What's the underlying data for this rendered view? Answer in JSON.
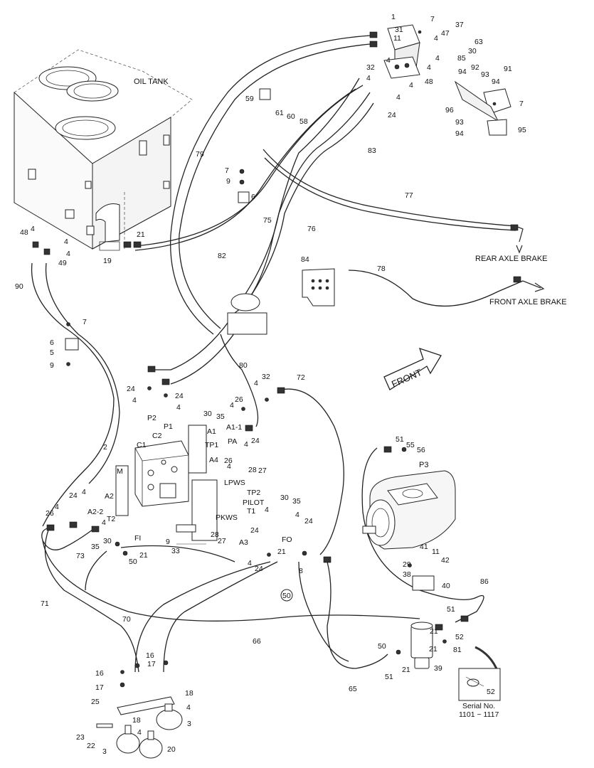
{
  "labels": {
    "oil_tank": "OIL TANK",
    "rear_axle_brake": "REAR AXLE BRAKE",
    "front_axle_brake": "FRONT AXLE BRAKE",
    "front": "FRONT",
    "serial_no": "Serial No.",
    "serial_range": "1101 ~ 1117"
  },
  "parts": {
    "p1": "1",
    "p2": "2",
    "p3": "3",
    "p3b": "3",
    "p4": "4",
    "p5": "5",
    "p6": "6",
    "p6b": "6",
    "p7": "7",
    "p7b": "7",
    "p7c": "7",
    "p7d": "7",
    "p8": "8",
    "p9": "9",
    "p9b": "9",
    "p9c": "9",
    "p11": "11",
    "p11b": "11",
    "p16": "16",
    "p16b": "16",
    "p17": "17",
    "p17b": "17",
    "p18": "18",
    "p18b": "18",
    "p19": "19",
    "p20": "20",
    "p21": "21",
    "p21b": "21",
    "p21c": "21",
    "p21d": "21",
    "p21e": "21",
    "p22": "22",
    "p23": "23",
    "p24": "24",
    "p24b": "24",
    "p24c": "24",
    "p24d": "24",
    "p24e": "24",
    "p24f": "24",
    "p24g": "24",
    "p24h": "24",
    "p25": "25",
    "p26": "26",
    "p26b": "26",
    "p26c": "26",
    "p27": "27",
    "p27b": "27",
    "p28": "28",
    "p28b": "28",
    "p29": "29",
    "p30": "30",
    "p30b": "30",
    "p30c": "30",
    "p30d": "30",
    "p31": "31",
    "p32": "32",
    "p32b": "32",
    "p33": "33",
    "p35": "35",
    "p35b": "35",
    "p35c": "35",
    "p37": "37",
    "p38": "38",
    "p39": "39",
    "p40": "40",
    "p41": "41",
    "p42": "42",
    "p47": "47",
    "p48": "48",
    "p48b": "48",
    "p49": "49",
    "p50": "50",
    "p50b": "50",
    "p50c": "50",
    "p51": "51",
    "p51b": "51",
    "p51c": "51",
    "p52": "52",
    "p52b": "52",
    "p55": "55",
    "p56": "56",
    "p58": "58",
    "p59": "59",
    "p60": "60",
    "p61": "61",
    "p63": "63",
    "p65": "65",
    "p66": "66",
    "p70": "70",
    "p71": "71",
    "p72": "72",
    "p73": "73",
    "p75": "75",
    "p76": "76",
    "p77": "77",
    "p78": "78",
    "p79": "79",
    "p80": "80",
    "p81": "81",
    "p82": "82",
    "p83": "83",
    "p84": "84",
    "p85": "85",
    "p86": "86",
    "p90": "90",
    "p91": "91",
    "p92": "92",
    "p93": "93",
    "p93b": "93",
    "p94": "94",
    "p94b": "94",
    "p94c": "94",
    "p95": "95",
    "p96": "96"
  },
  "ports": {
    "p1": "P1",
    "p2": "P2",
    "c1": "C1",
    "c2": "C2",
    "m": "M",
    "a2": "A2",
    "a2_2": "A2-2",
    "t2": "T2",
    "fi": "FI",
    "a1": "A1",
    "a1_1": "A1-1",
    "tp1": "TP1",
    "pa": "PA",
    "a4": "A4",
    "lpws": "LPWS",
    "tp2": "TP2",
    "pilot": "PILOT",
    "t1": "T1",
    "pkws": "PKWS",
    "a3": "A3",
    "fo": "FO",
    "p3": "P3"
  }
}
